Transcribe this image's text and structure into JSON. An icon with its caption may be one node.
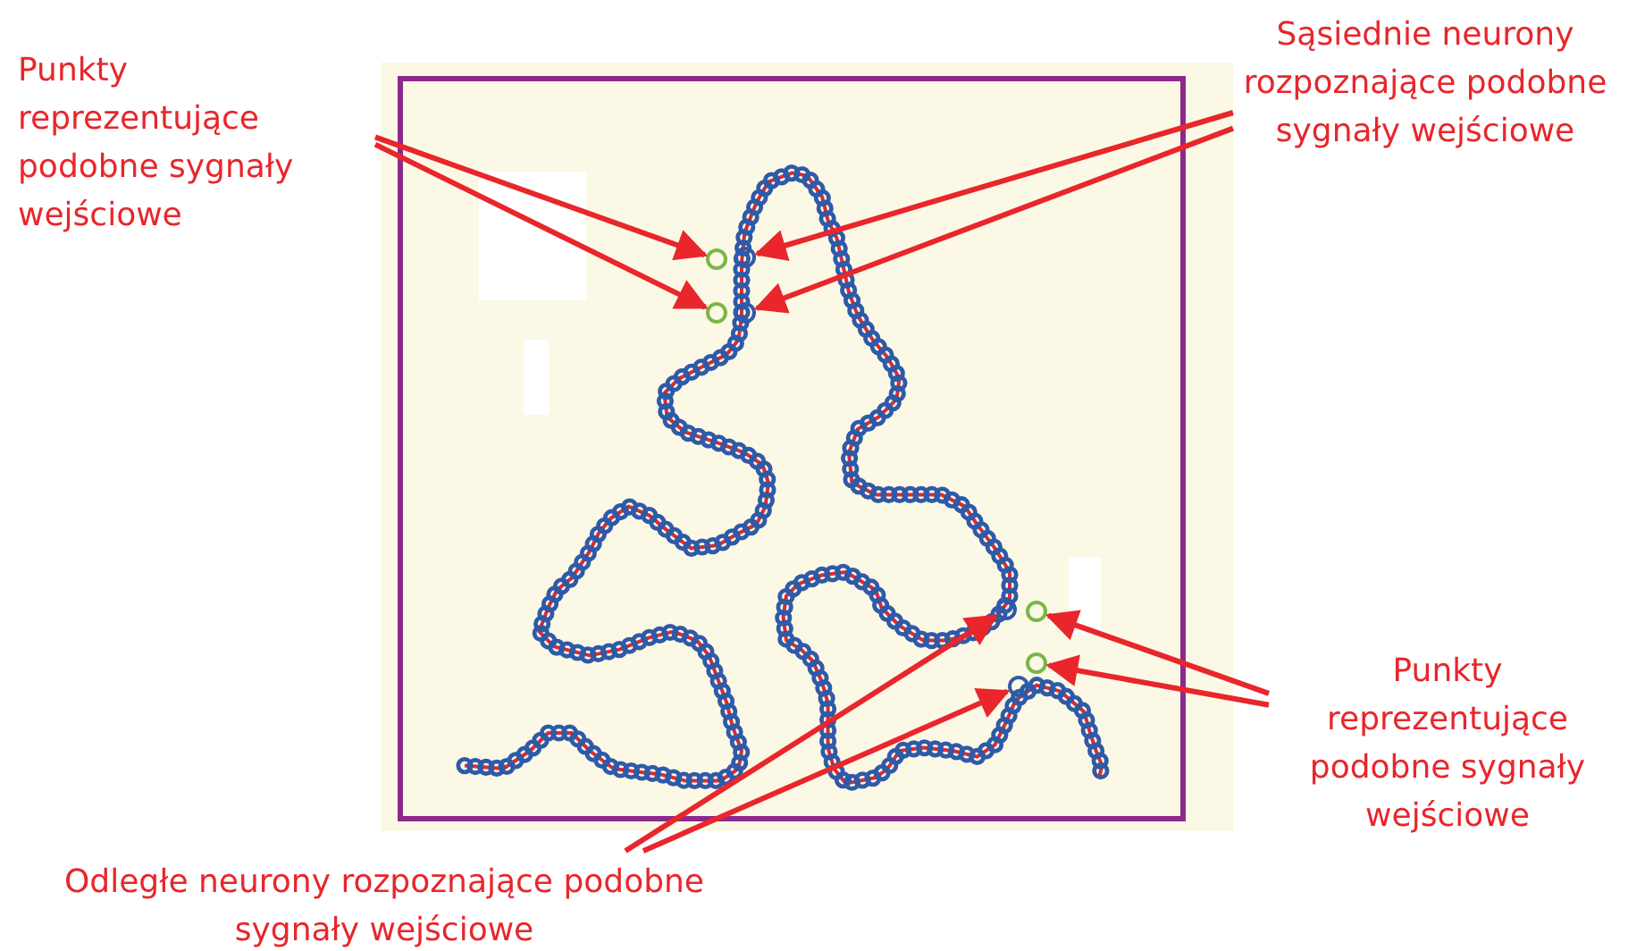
{
  "diagram": {
    "nodes": [
      {
        "text": [
          "Punkty reprezentujące podobne sygnały wejściowe"
        ]
      },
      {
        "text": [
          "Sąsiednie neurony rozpoznające podobne sygnały wejściowe"
        ]
      },
      {
        "text": [],
        "shape": "circle"
      },
      {
        "text": [],
        "shape": "circle"
      },
      {
        "text": [],
        "shape": "circle"
      },
      {
        "text": [],
        "shape": "circle"
      },
      {
        "text": [],
        "shape": "circle"
      },
      {
        "text": [],
        "shape": "circle"
      },
      {
        "text": [],
        "shape": "circle"
      },
      {
        "text": [],
        "shape": "circle"
      },
      {
        "text": [
          "Punkty reprezentujące podobne sygnały wejściowe"
        ]
      },
      {
        "text": [
          "Odległe neurony rozpoznające podobne sygnały wejściowe"
        ]
      }
    ],
    "edges": [
      {
        "from": 0,
        "to": 2,
        "arrow": "to"
      },
      {
        "from": 0,
        "to": 4,
        "arrow": "to"
      },
      {
        "from": 1,
        "to": 3,
        "arrow": "to"
      },
      {
        "from": 1,
        "to": 5,
        "arrow": "to"
      },
      {
        "from": 10,
        "to": 6,
        "arrow": "to"
      },
      {
        "from": 10,
        "to": 8,
        "arrow": "to"
      },
      {
        "from": 11,
        "to": 7,
        "arrow": "to"
      },
      {
        "from": 11,
        "to": 9,
        "arrow": "to"
      }
    ]
  }
}
